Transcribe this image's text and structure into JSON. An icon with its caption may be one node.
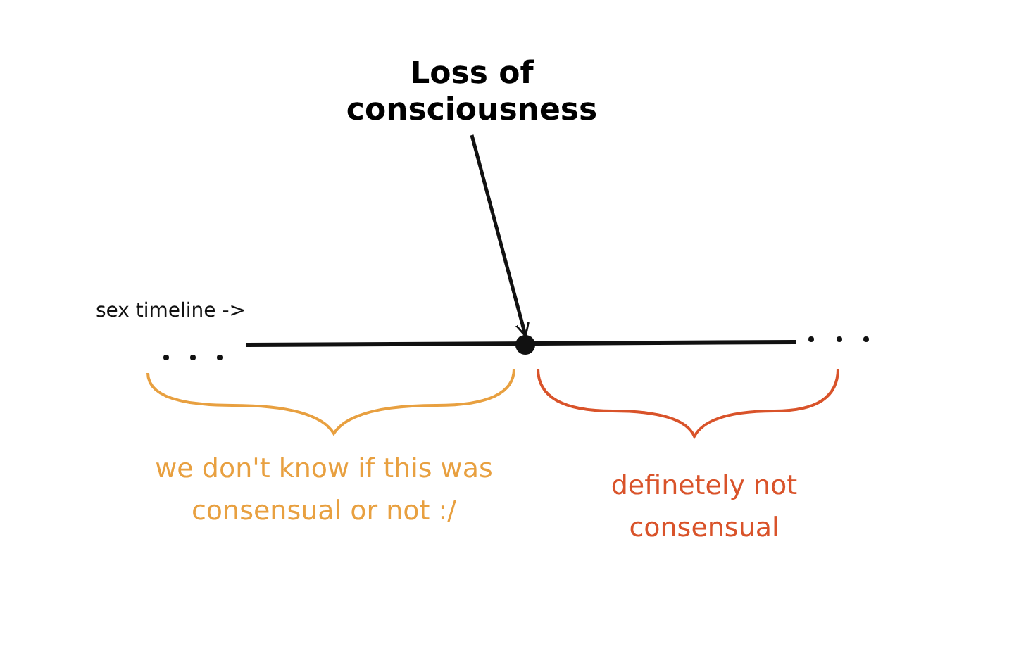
{
  "diagram": {
    "nodes": [
      {
        "text": [
          "Loss of consciousness"
        ]
      },
      {
        "text": [],
        "shape": "circle"
      }
    ],
    "edges": [
      {
        "from": 0,
        "to": 1,
        "arrow": "to"
      }
    ],
    "labels": [
      "sex timeline ->",
      "we don't know if this was consensual or not :/",
      "definetely not consensual"
    ]
  }
}
